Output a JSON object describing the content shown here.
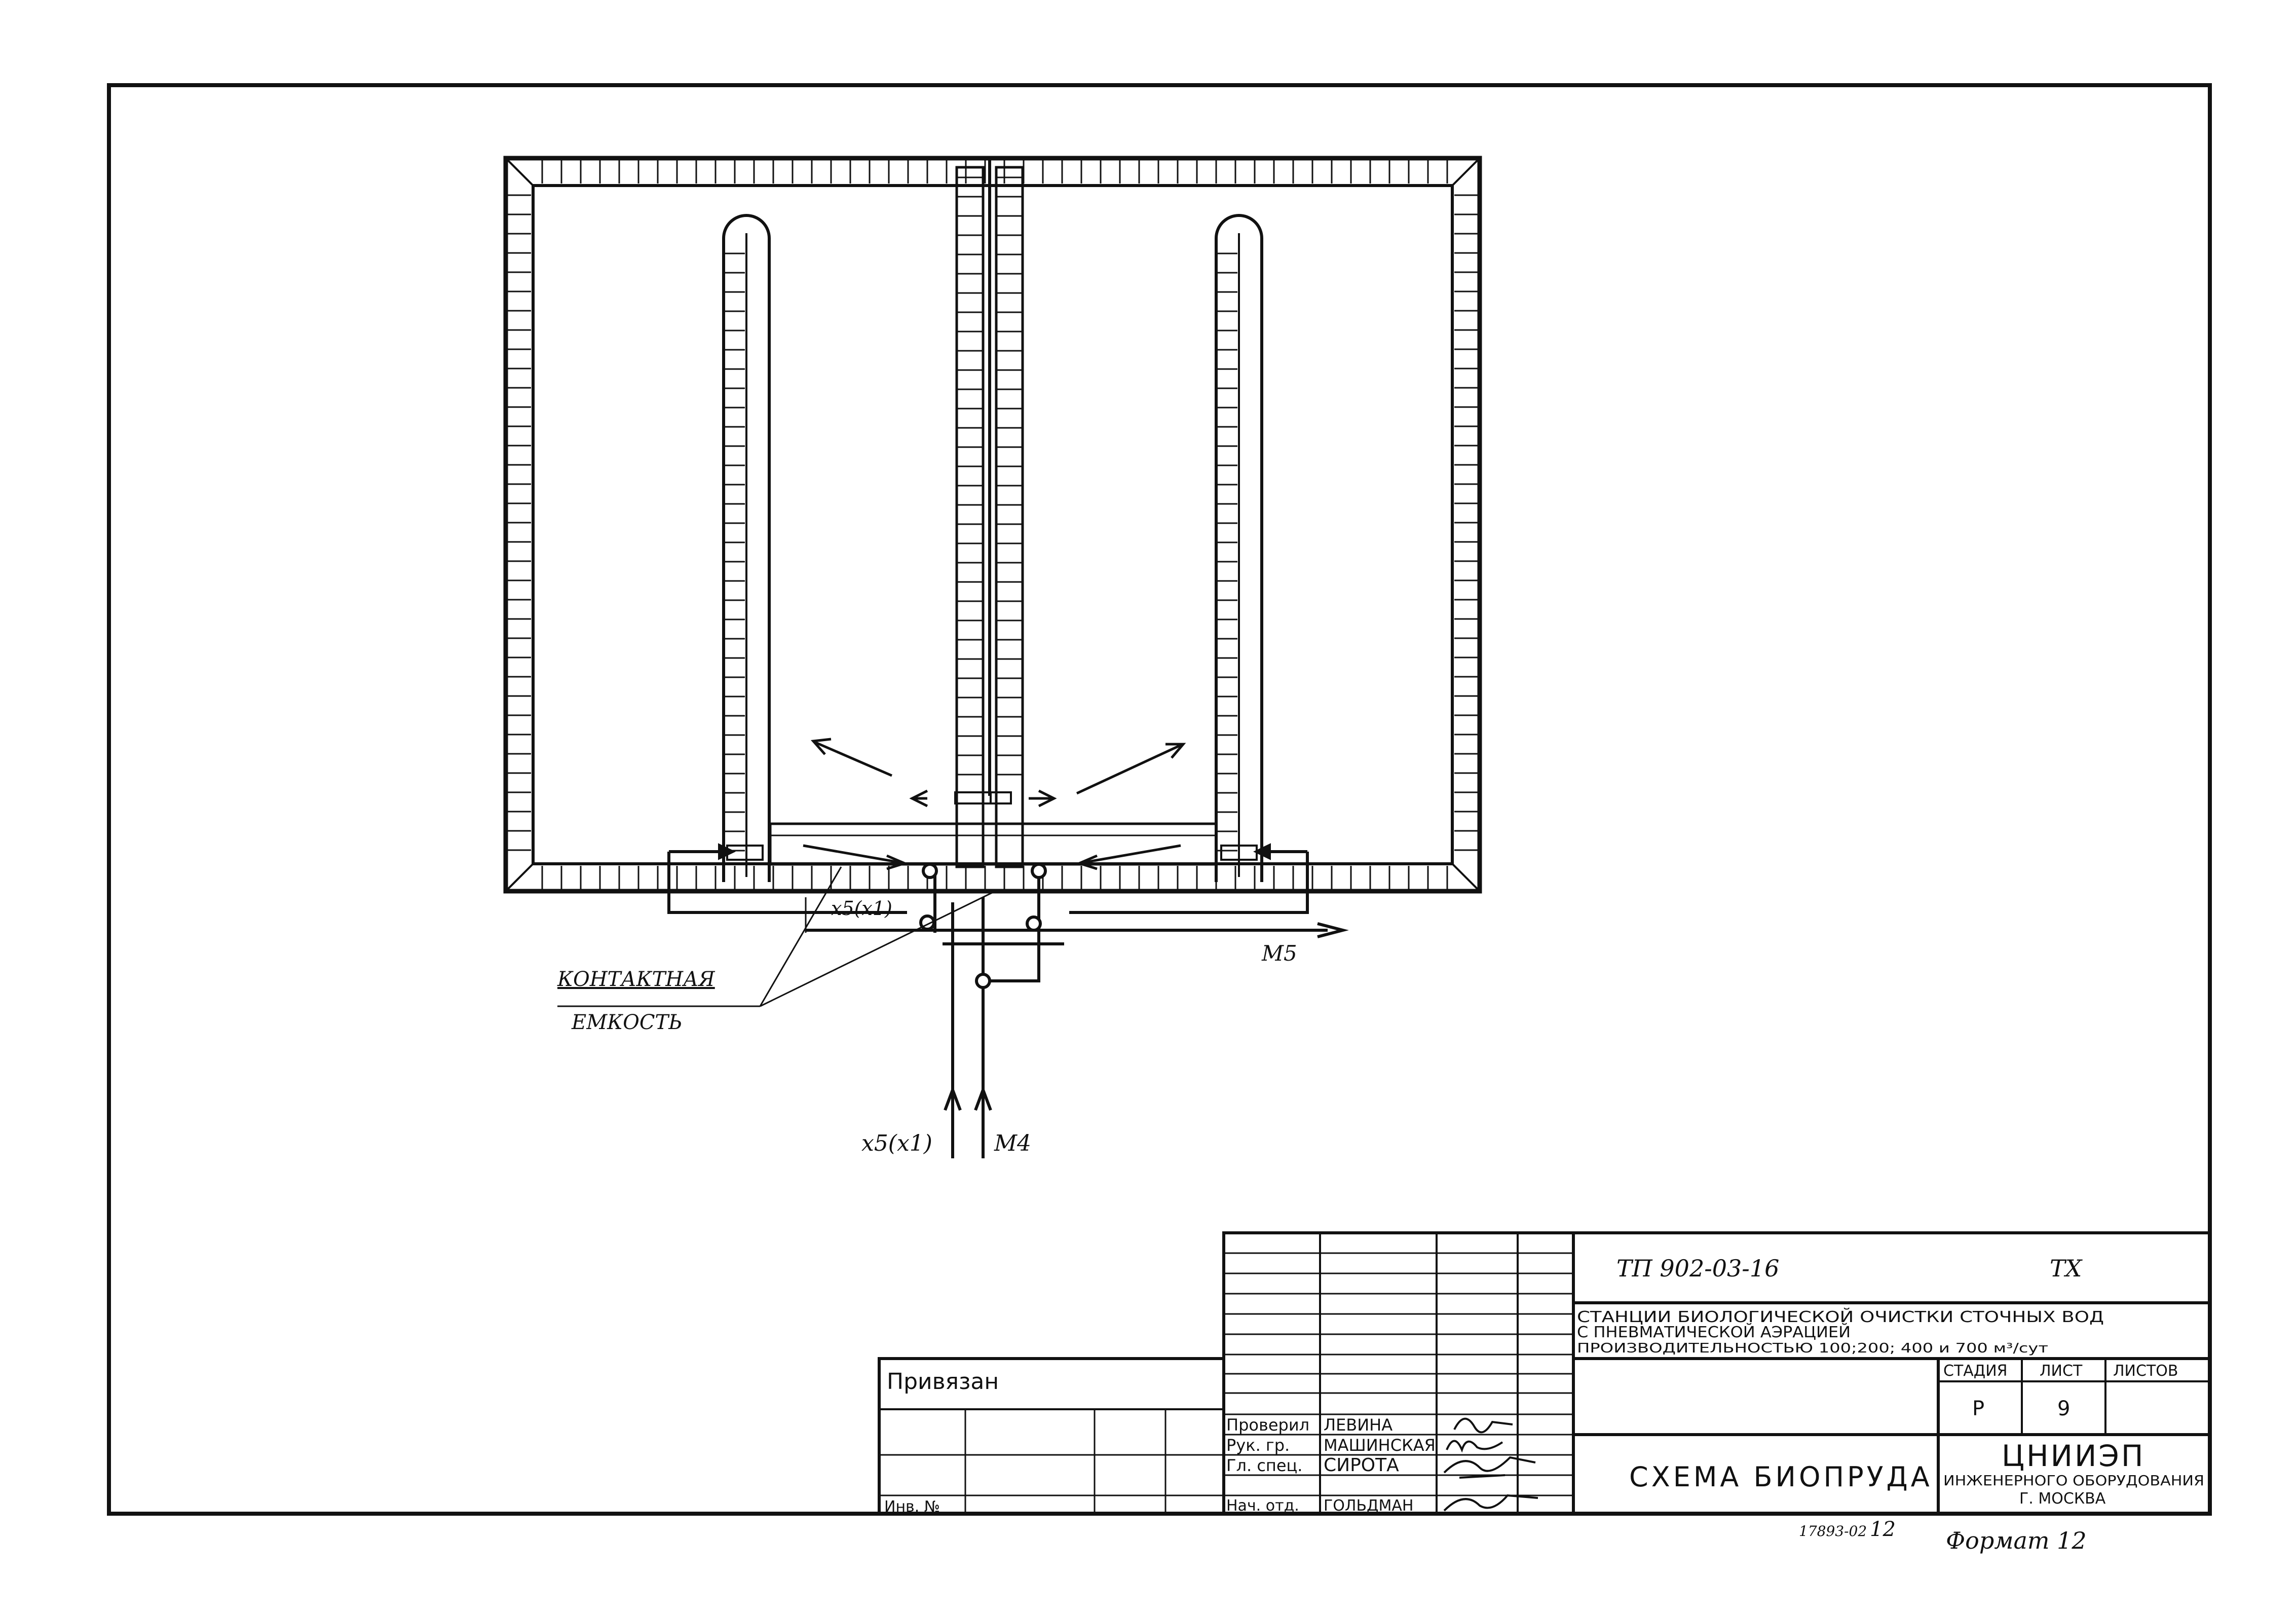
{
  "drawing": {
    "callout_label_line1": "КОНТАКТНАЯ",
    "callout_label_line2": "ЕМКОСТЬ",
    "pipe_label_top": "x5(x1)",
    "pipe_label_outlet": "M5",
    "pipe_label_bottom": "x5(x1)",
    "pipe_label_inlet": "M4"
  },
  "title_block": {
    "doc_code": "ТП   902-03-16",
    "doc_mark": "ТХ",
    "project_line1": "СТАНЦИИ БИОЛОГИЧЕСКОЙ ОЧИСТКИ СТОЧНЫХ ВОД",
    "project_line2": "С ПНЕВМАТИЧЕСКОЙ АЭРАЦИЕЙ",
    "project_line3": "ПРОИЗВОДИТЕЛЬНОСТЬЮ 100;200; 400 и 700 м³/сут",
    "col_stage": "СТАДИЯ",
    "col_sheet": "ЛИСТ",
    "col_sheets": "ЛИСТОВ",
    "val_stage": "Р",
    "val_sheet": "9",
    "val_sheets": "",
    "sheet_title": "СХЕМА БИОПРУДА",
    "org_name": "ЦНИИЭП",
    "org_line2": "ИНЖЕНЕРНОГО ОБОРУДОВАНИЯ",
    "org_line3": "Г. МОСКВА",
    "bound_label": "Привязан",
    "inv_label": "Инв. №",
    "roles": [
      "Проверил",
      "Рук. гр.",
      "Гл. спец.",
      "Нач. отд."
    ],
    "names": [
      "ЛЕВИНА",
      "МАШИНСКАЯ",
      "СИРОТА",
      "ГОЛЬДМАН"
    ],
    "archive_no": "17893-02",
    "archive_page": "12",
    "format": "Формат 12"
  }
}
